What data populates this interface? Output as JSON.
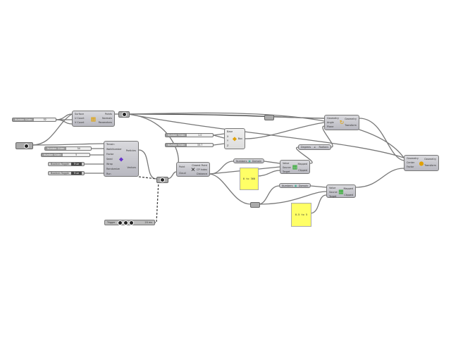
{
  "sliders": [
    {
      "label": "Number Slider",
      "value": "32"
    },
    {
      "label": "Number Slider",
      "value": "34"
    },
    {
      "label": "Number Slider",
      "value": "5"
    },
    {
      "label": "Number Slider",
      "value": "1.0"
    },
    {
      "label": "Number Slider",
      "value": "33.7"
    }
  ],
  "toggles": [
    {
      "label": "Boolean Toggle",
      "value": "True"
    },
    {
      "label": "Boolean Toggle",
      "value": "True"
    }
  ],
  "trigger": {
    "label": "Trigger",
    "interval": "20 ms"
  },
  "divide": {
    "inputs": [
      "Surface",
      "U Count",
      "V Count"
    ],
    "outputs": [
      "Points",
      "Normals",
      "Parameters"
    ]
  },
  "particle": {
    "inputs": [
      "Terrain",
      "WalkNumber",
      "Factor",
      "Seed",
      "Wrap",
      "Randomize",
      "Run"
    ],
    "outputs": [
      "Particles",
      "Vectors"
    ]
  },
  "closest": {
    "inputs": [
      "Point",
      "Cloud"
    ],
    "outputs": [
      "Closest Point",
      "CP Index",
      "Distance"
    ]
  },
  "box": {
    "inputs": [
      "Base",
      "X",
      "Y",
      "Z"
    ],
    "outputs": [
      "Box"
    ]
  },
  "domain1": {
    "input": "Numbers",
    "output": "Domain"
  },
  "domain2": {
    "input": "Numbers",
    "output": "Domain"
  },
  "remap1": {
    "inputs": [
      "Value",
      "Source",
      "Target"
    ],
    "outputs": [
      "Mapped",
      "Clipped"
    ]
  },
  "remap2": {
    "inputs": [
      "Value",
      "Source",
      "Target"
    ],
    "outputs": [
      "Mapped",
      "Clipped"
    ]
  },
  "radians": {
    "input": "Degrees",
    "output": "Radians"
  },
  "rotate": {
    "inputs": [
      "Geometry",
      "Angle",
      "Plane"
    ],
    "outputs": [
      "Geometry",
      "Transform"
    ]
  },
  "scale": {
    "inputs": [
      "Geometry",
      "Center",
      "Factor"
    ],
    "outputs": [
      "Geometry",
      "Transform"
    ]
  },
  "panels": [
    "0 to 360",
    "0.5 to 5"
  ]
}
